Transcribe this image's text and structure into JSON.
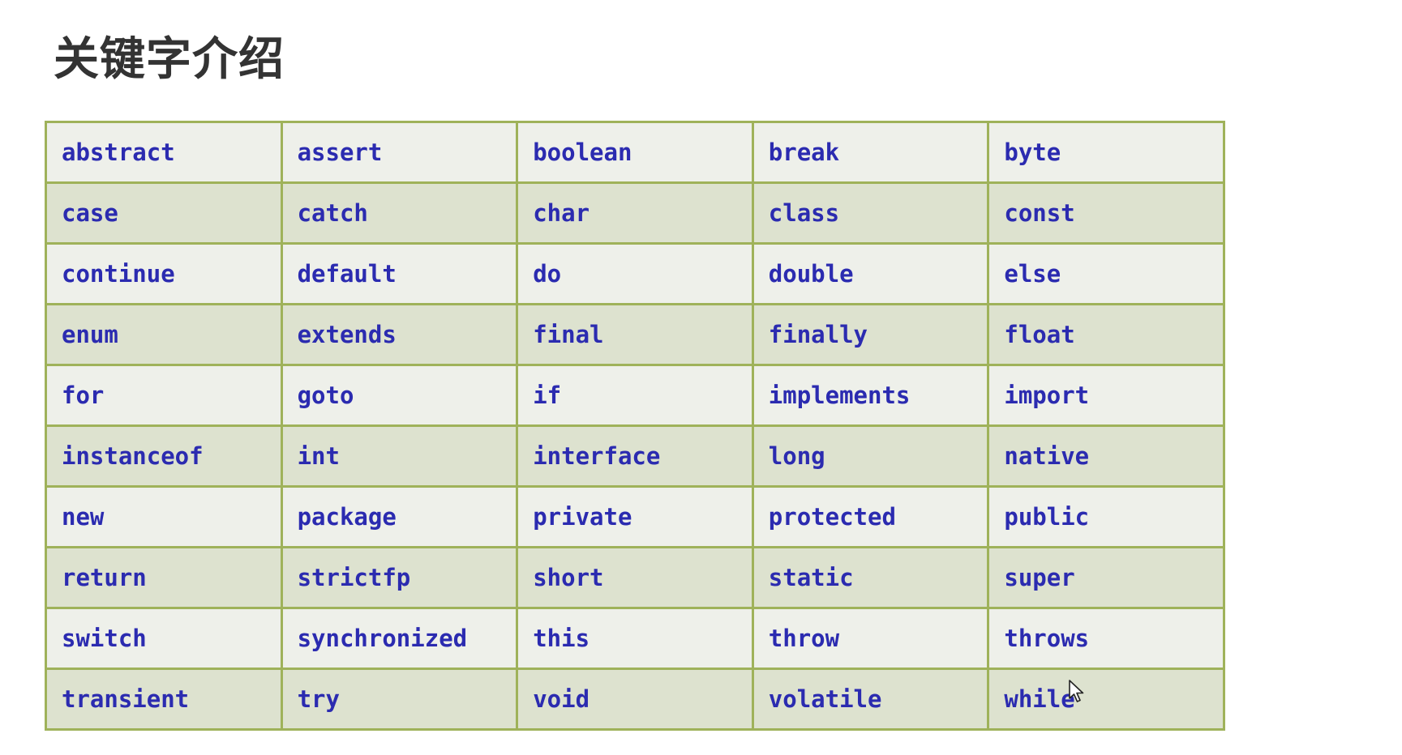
{
  "page": {
    "title": "关键字介绍"
  },
  "keywords_table": {
    "rows": [
      [
        "abstract",
        "assert",
        "boolean",
        "break",
        "byte"
      ],
      [
        "case",
        "catch",
        "char",
        "class",
        "const"
      ],
      [
        "continue",
        "default",
        "do",
        "double",
        "else"
      ],
      [
        "enum",
        "extends",
        "final",
        "finally",
        "float"
      ],
      [
        "for",
        "goto",
        "if",
        "implements",
        "import"
      ],
      [
        "instanceof",
        "int",
        "interface",
        "long",
        "native"
      ],
      [
        "new",
        "package",
        "private",
        "protected",
        "public"
      ],
      [
        "return",
        "strictfp",
        "short",
        "static",
        "super"
      ],
      [
        "switch",
        "synchronized",
        "this",
        "throw",
        "throws"
      ],
      [
        "transient",
        "try",
        "void",
        "volatile",
        "while"
      ]
    ]
  },
  "colors": {
    "keyword_text": "#2b2bb0",
    "border": "#9fb25a",
    "row_odd": "#eef0ea",
    "row_even": "#dde2cf",
    "title_text": "#333333"
  },
  "icons": {
    "cursor": "mouse-pointer-icon"
  }
}
